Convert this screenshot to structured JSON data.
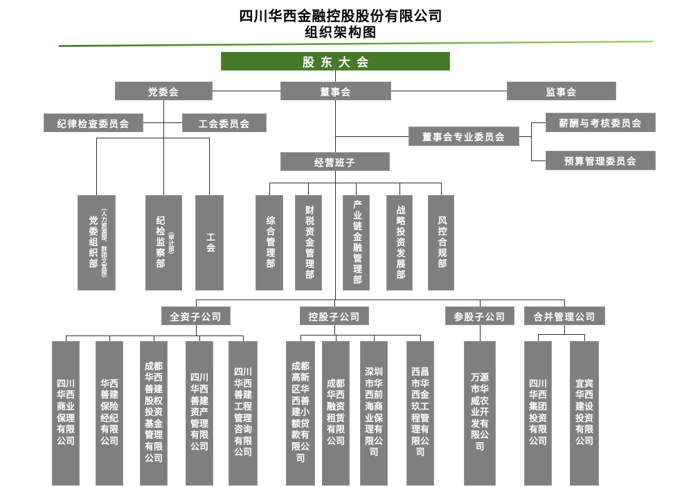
{
  "title": {
    "company": "四川华西金融控股股份有限公司",
    "subtitle": "组织架构图"
  },
  "colors": {
    "root_green": "#46792b",
    "node_gray": "#7f7f7f",
    "connector_dark": "#2d2d2d",
    "rule_green_dark": "#3d7522",
    "rule_green_light": "#a8d083"
  },
  "nodes": {
    "shareholders_meeting": "股东大会",
    "party_committee": "党委会",
    "board_of_directors": "董事会",
    "supervisory_board": "监事会",
    "discipline_inspection_committee": "纪律检查委员会",
    "labor_union_committee": "工会委员会",
    "board_special_committees": "董事会专业委员会",
    "remuneration_assessment_committee": "薪酬与考核委员会",
    "budget_management_committee": "预算管理委员会",
    "management_team": "经营班子"
  },
  "party_departments": [
    {
      "name": "党委组织部",
      "note": "（人力资源部、群团文宣部）"
    },
    {
      "name": "纪检监察部",
      "note": "（审计部）"
    },
    {
      "name": "工会",
      "note": ""
    }
  ],
  "management_departments": [
    {
      "name": "综合管理部"
    },
    {
      "name": "财税资金管理部"
    },
    {
      "name": "产业链金融管理部"
    },
    {
      "name": "战略投资发展部"
    },
    {
      "name": "风控合规部"
    }
  ],
  "subsidiary_groups": [
    {
      "label": "全资子公司",
      "companies": [
        "四川华西商业保理有限公司",
        "华西善建保险经纪有限公司",
        "成都华西善建股权投资基金管理有限公司",
        "四川华西善建资产管理有限公司",
        "四川华西善建工程管理咨询有限公司"
      ]
    },
    {
      "label": "控股子公司",
      "companies": [
        "成都高新区华西善建小额贷款有限公司",
        "成都华西融资租赁有限公司",
        "深圳市华西前海商业保理有限公司",
        "西昌市华西金玖工程管理有限公司"
      ]
    },
    {
      "label": "参股子公司",
      "companies": [
        "万源市华威农业开发有限公司"
      ]
    },
    {
      "label": "合并管理公司",
      "companies": [
        "四川华西集团投资有限公司",
        "宜宾华西建设投资有限公司"
      ]
    }
  ]
}
